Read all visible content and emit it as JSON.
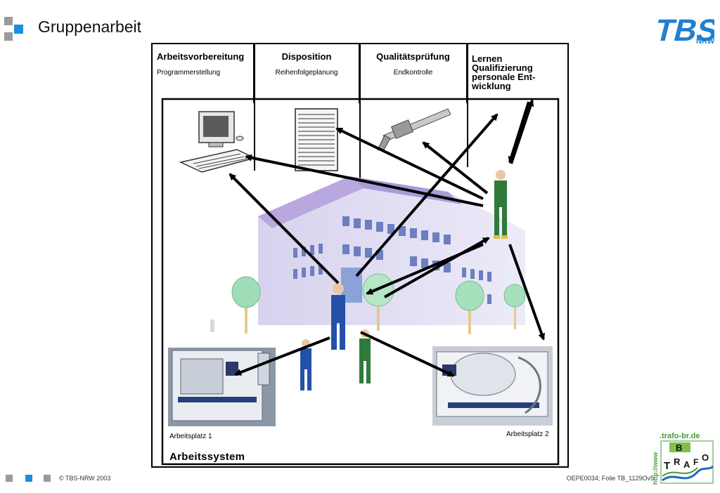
{
  "header": {
    "title": "Gruppenarbeit",
    "logo_text": "TBS",
    "logo_sub": "NRW"
  },
  "figure": {
    "columns": [
      {
        "title": "Arbeitsvorbereitung",
        "subtitle": "Programmerstellung"
      },
      {
        "title": "Disposition",
        "subtitle": "Reihenfolgeplanung"
      },
      {
        "title": "Qualitätsprüfung",
        "subtitle": "Endkontrolle"
      },
      {
        "title": "Lernen\nQualifizierung\npersonale Ent-\nwicklung",
        "subtitle": ""
      }
    ],
    "workplace1": "Arbeitsplatz 1",
    "workplace2": "Arbeitsplatz 2",
    "system_label": "Arbeitssystem"
  },
  "footer": {
    "copyright": "© TBS-NRW 2003",
    "slide_id": "OEPE0034; Folie TB_1129Ov5",
    "trafo_url": ".trafo-br.de",
    "trafo_http": "http://www",
    "trafo_letters": "BTRAFO"
  },
  "colors": {
    "accent_blue": "#1a8fe0",
    "bullet_gray": "#9a9a9a",
    "logo_blue": "#1f7fd0",
    "trafo_green": "#4a9a3a"
  }
}
